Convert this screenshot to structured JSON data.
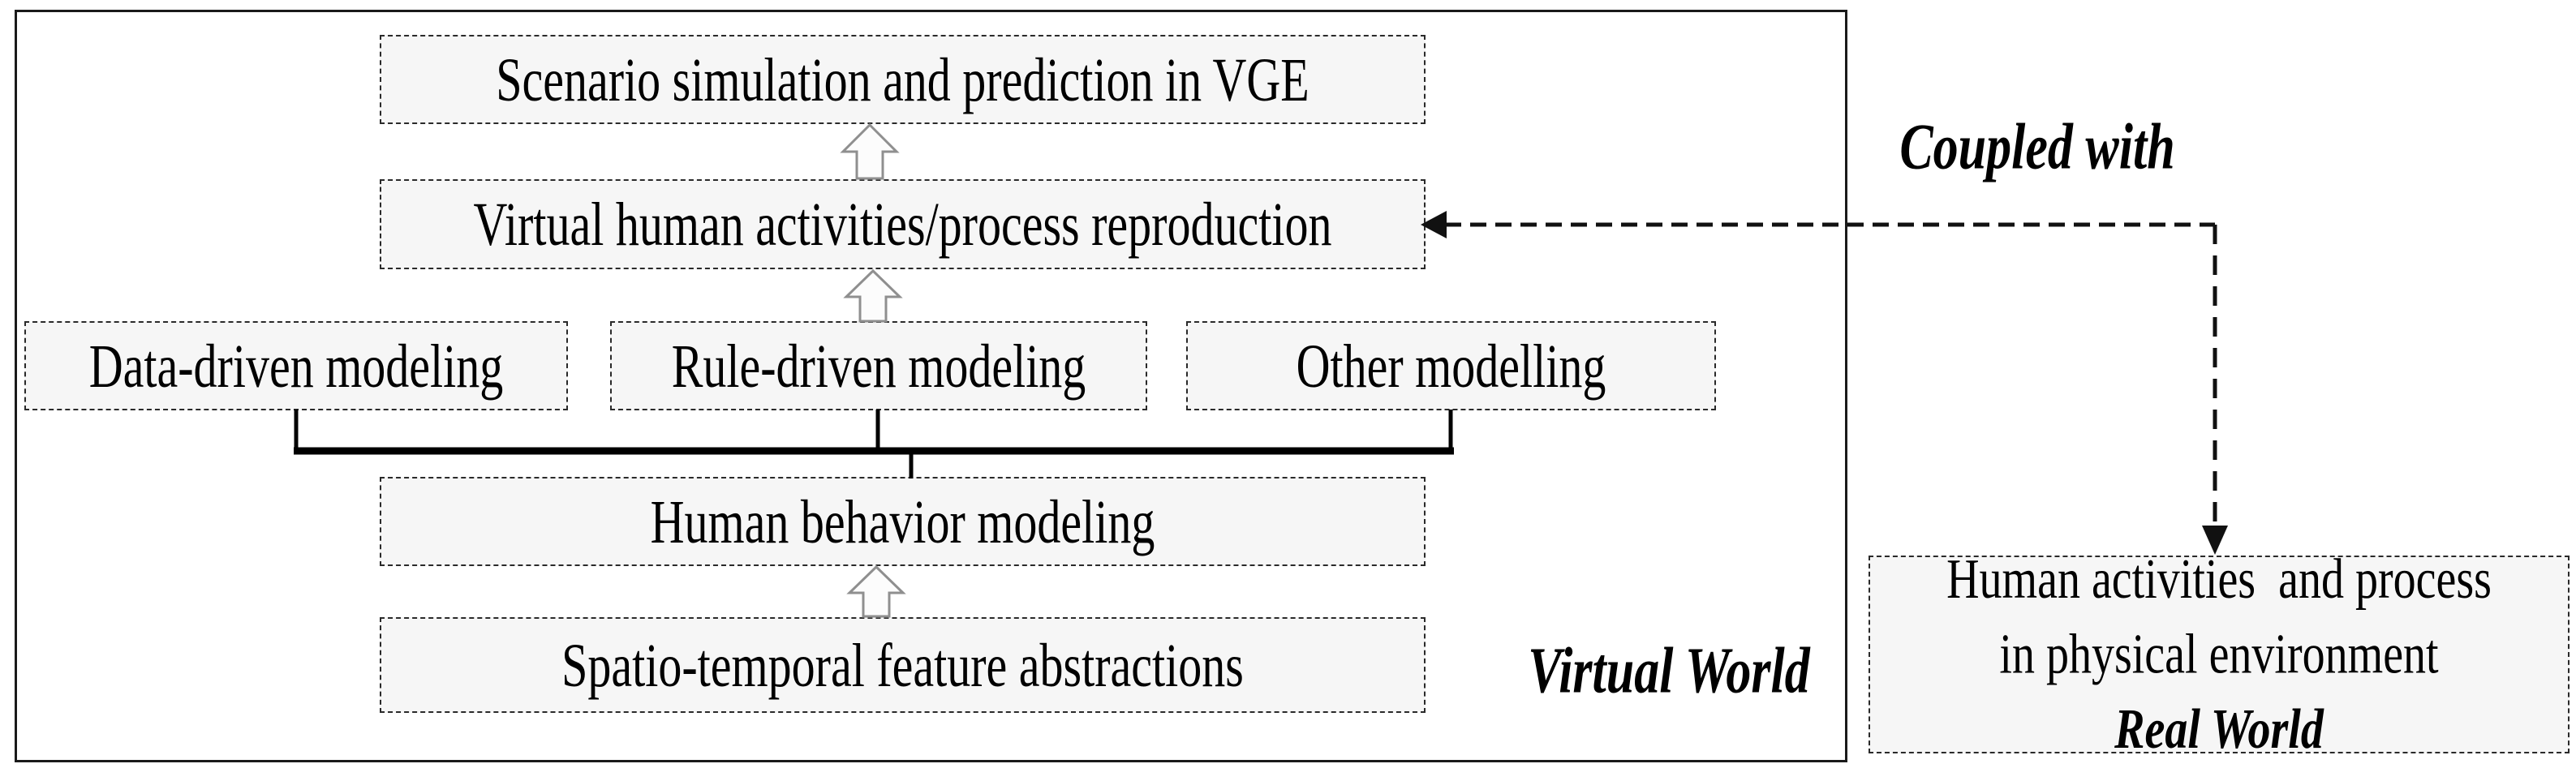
{
  "figure": {
    "coupling_label": "Coupled with",
    "virtual_world_label": "Virtual World",
    "boxes": {
      "scenario": "Scenario simulation and prediction in VGE",
      "virtual_human": "Virtual human activities/process reproduction",
      "data_driven": "Data-driven modeling",
      "rule_driven": "Rule-driven modeling",
      "other_modelling": "Other modelling",
      "human_behavior": "Human behavior modeling",
      "spatio_temporal": "Spatio-temporal feature abstractions"
    },
    "real_world_box": {
      "line1": "Human activities  and process",
      "line2": "in physical environment",
      "label": "Real World"
    },
    "colors": {
      "box_fill": "#f6f6f6",
      "box_border": "#2a2a2a",
      "outer_border": "#1a1a1a",
      "connector_line": "#000000",
      "hollow_arrow_outline": "#8f8f8f",
      "hollow_arrow_fill": "#fcfcfc"
    }
  }
}
